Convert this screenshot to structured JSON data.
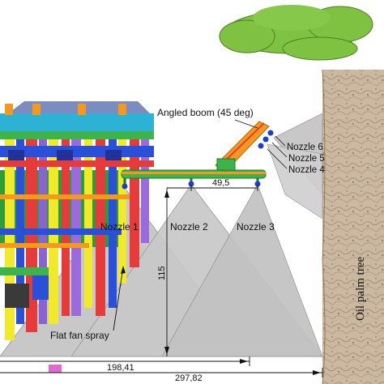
{
  "labels": {
    "angled_boom": "Angled boom (45 deg)",
    "nozzle_1": "Nozzle 1",
    "nozzle_2": "Nozzle 2",
    "nozzle_3": "Nozzle 3",
    "nozzle_4": "Nozzle 4",
    "nozzle_5": "Nozzle 5",
    "nozzle_6": "Nozzle 6",
    "flat_fan_spray": "Flat fan spray",
    "oil_palm_tree": "Oil palm tree"
  },
  "dimensions": {
    "nozzle_spacing": "49,5",
    "spray_height": "115",
    "width_mid": "198,41",
    "width_total": "297,82"
  },
  "colors": {
    "spray": "#c8c8c8",
    "trunk": "#c9b59d",
    "canopy": "#7fc241",
    "boom": "#3cb44b",
    "boom_orange": "#f39a1e",
    "nozzle": "#1b3fd6"
  }
}
